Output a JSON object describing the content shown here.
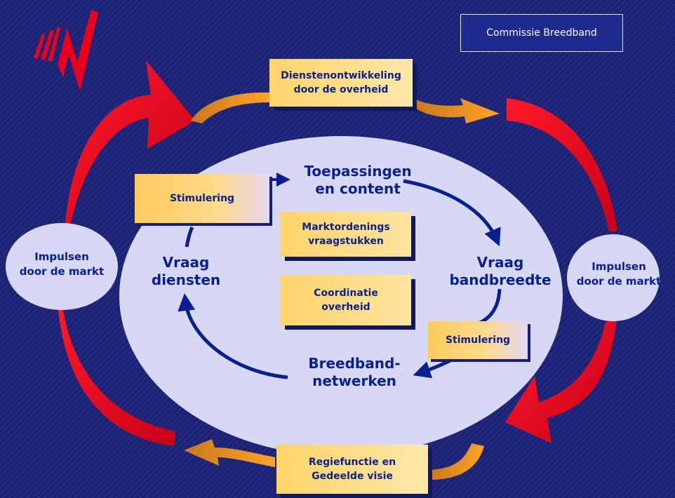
{
  "header": {
    "title": "Commissie Breedband"
  },
  "top_box": "Dienstenontwikkeling\ndoor de overheid",
  "bottom_box": "Regiefunctie en\nGedeelde visie",
  "left_oval": "Impulsen\ndoor de markt",
  "right_oval": "Impulsen\ndoor de markt",
  "center": {
    "stimulering_left": "Stimulering",
    "stimulering_right": "Stimulering",
    "marktordening": "Marktordenings\nvraagstukken",
    "coordinatie": "Coordinatie\noverheid",
    "toepassingen": "Toepassingen\nen content",
    "vraag_bandbreedte": "Vraag\nbandbreedte",
    "breedband": "Breedband-\nnetwerken",
    "vraag_diensten": "Vraag\ndiensten"
  },
  "colors": {
    "background": "#1a2070",
    "box_fill": "#ffd36a",
    "ellipse": "#d6d8f6",
    "red_arrow": "#e8001c",
    "orange_arrow": "#e9921e",
    "text": "#0a1f8f"
  }
}
